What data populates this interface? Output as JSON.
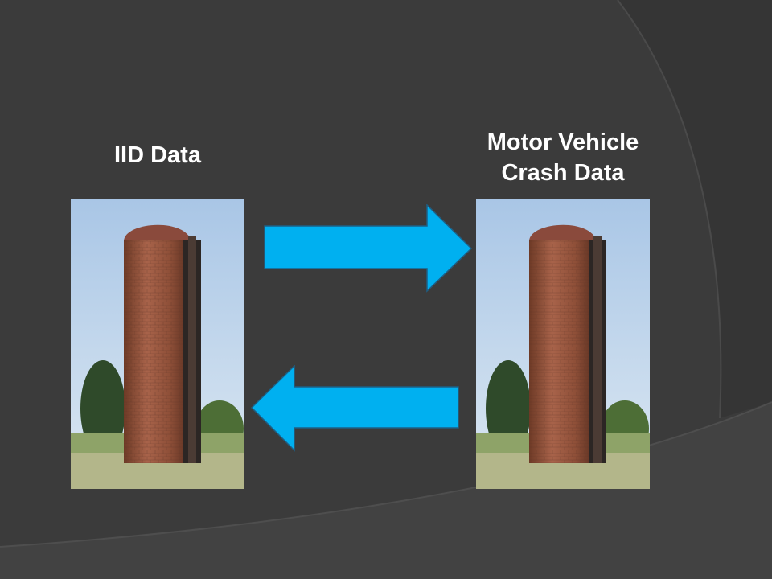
{
  "slide": {
    "left_label": "IID Data",
    "right_label_line1": "Motor Vehicle",
    "right_label_line2": "Crash Data"
  },
  "colors": {
    "background": "#3b3b3b",
    "arrow_fill": "#00b0f0",
    "label_text": "#ffffff"
  },
  "icons": {
    "silo": "silo-image",
    "arrow_right": "arrow-right-icon",
    "arrow_left": "arrow-left-icon"
  }
}
